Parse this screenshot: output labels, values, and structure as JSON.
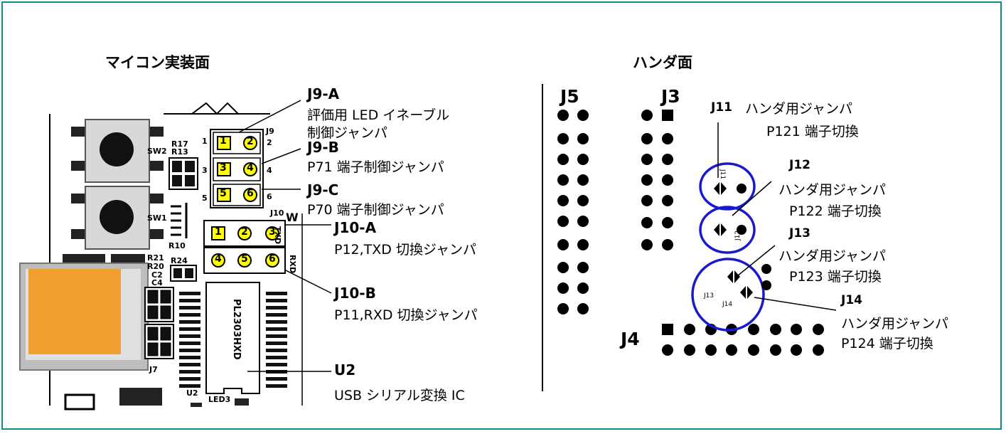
{
  "headings": {
    "left": "マイコン実装面",
    "right": "ハンダ面"
  },
  "left_labels": [
    {
      "id": "j9a",
      "title": "J9-A",
      "lines": [
        "評価用 LED イネーブル",
        "制御ジャンパ"
      ]
    },
    {
      "id": "j9b",
      "title": "J9-B",
      "lines": [
        "P71 端子制御ジャンパ"
      ]
    },
    {
      "id": "j9c",
      "title": "J9-C",
      "lines": [
        "P70 端子制御ジャンパ"
      ]
    },
    {
      "id": "j10a",
      "title": "J10-A",
      "lines": [
        "P12,TXD 切換ジャンパ"
      ]
    },
    {
      "id": "j10b",
      "title": "J10-B",
      "lines": [
        "P11,RXD 切換ジャンパ"
      ]
    },
    {
      "id": "u2",
      "title": "U2",
      "lines": [
        "USB シリアル変換 IC"
      ]
    }
  ],
  "right_labels": [
    {
      "id": "j11",
      "title": "J11",
      "lines": [
        "ハンダ用ジャンパ",
        "P121 端子切換"
      ]
    },
    {
      "id": "j12",
      "title": "J12",
      "lines": [
        "ハンダ用ジャンパ",
        "P122 端子切換"
      ]
    },
    {
      "id": "j13",
      "title": "J13",
      "lines": [
        "ハンダ用ジャンパ",
        "P123 端子切換"
      ]
    },
    {
      "id": "j14",
      "title": "J14",
      "lines": [
        "ハンダ用ジャンパ",
        "P124 端子切換"
      ]
    }
  ],
  "connectors": {
    "j5": "J5",
    "j3": "J3",
    "j4": "J4"
  },
  "jumper_pins": {
    "j9": [
      "1",
      "2",
      "3",
      "4",
      "5",
      "6"
    ],
    "j10": [
      "1",
      "2",
      "3",
      "4",
      "5",
      "6"
    ]
  },
  "silkscreen": {
    "sw2": "SW2",
    "sw1": "SW1",
    "r17": "R17",
    "r13": "R13",
    "r10": "R10",
    "r21": "R21",
    "r20": "R20",
    "r24": "R24",
    "c2": "C2",
    "c4": "C4",
    "j7": "J7",
    "u2": "U2",
    "led3": "LED3",
    "j9": "J9",
    "j10": "J10",
    "txd": "TXD",
    "rxd": "RXD",
    "w": "W",
    "chip": "PL2303HXD",
    "j9_pin_nums": [
      "1",
      "2",
      "3",
      "4",
      "5",
      "6"
    ],
    "j11": "J11",
    "j12": "J12",
    "j13": "J13",
    "j14": "J14"
  },
  "colors": {
    "frame": "#0f8a84",
    "jumper_pin": "#ffff00",
    "usb_connector": "#f0a030",
    "highlight_circle": "#1a1acc"
  }
}
